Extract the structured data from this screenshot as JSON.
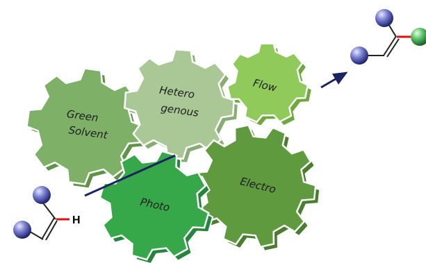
{
  "gears": [
    {
      "id": "green-solvent",
      "lines": [
        "Green",
        "Solvent"
      ],
      "color": "#7fb067",
      "rim": "#5f9448"
    },
    {
      "id": "heterogenous",
      "lines": [
        "Hetero",
        "genous"
      ],
      "color": "#a9c896",
      "rim": "#88ad73"
    },
    {
      "id": "flow",
      "lines": [
        "Flow"
      ],
      "color": "#8fca5a",
      "rim": "#6fa83f"
    },
    {
      "id": "electro",
      "lines": [
        "Electro"
      ],
      "color": "#5f9a3f",
      "rim": "#497e2e"
    },
    {
      "id": "photo",
      "lines": [
        "Photo"
      ],
      "color": "#36a84a",
      "rim": "#23863a"
    }
  ],
  "starting_material": {
    "atom_label": "H",
    "sphere_color": "#4a4fa8",
    "bond_color": "#e01010"
  },
  "product": {
    "sphere_blue": "#4a4fa8",
    "sphere_green": "#3aa14a",
    "bond_color": "#e01010"
  },
  "arrow_color": "#1a2560"
}
